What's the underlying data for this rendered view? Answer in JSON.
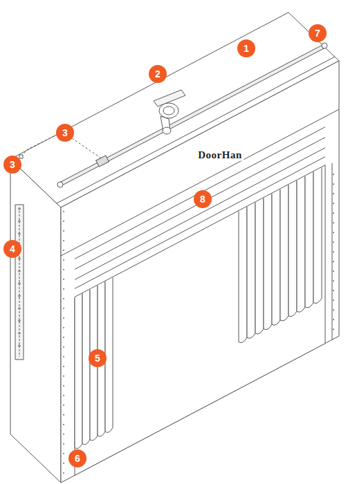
{
  "diagram": {
    "labels": [
      "1",
      "2",
      "3",
      "3",
      "4",
      "5",
      "6",
      "7",
      "8",
      "DoorHan"
    ]
  }
}
